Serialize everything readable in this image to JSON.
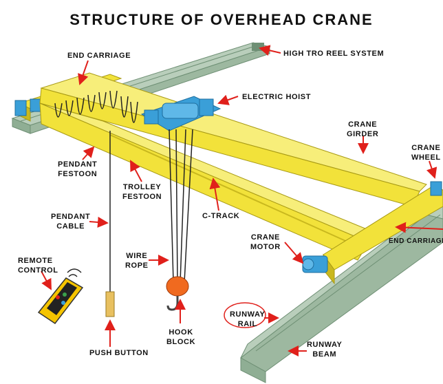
{
  "title": "STRUCTURE OF OVERHEAD CRANE",
  "colors": {
    "girder_yellow": "#F2E23A",
    "girder_shadow": "#C9B81E",
    "rail_green": "#9DB8A0",
    "rail_dark": "#6E8F74",
    "hoist_blue": "#3A9FD8",
    "hook_orange": "#F06A1F",
    "arrow_red": "#E0201B",
    "remote_yellow": "#F5C400"
  },
  "labels": {
    "end_carriage_left": [
      "END CARRIAGE"
    ],
    "reel_system": [
      "HIGH TRO REEL SYSTEM"
    ],
    "electric_hoist": [
      "ELECTRIC HOIST"
    ],
    "crane_girder": [
      "CRANE",
      "GIRDER"
    ],
    "crane_wheel": [
      "CRANE",
      "WHEEL"
    ],
    "pendant_festoon": [
      "PENDANT",
      "FESTOON"
    ],
    "trolley_festoon": [
      "TROLLEY",
      "FESTOON"
    ],
    "c_track": [
      "C-TRACK"
    ],
    "pendant_cable": [
      "PENDANT",
      "CABLE"
    ],
    "wire_rope": [
      "WIRE",
      "ROPE"
    ],
    "crane_motor": [
      "CRANE",
      "MOTOR"
    ],
    "end_carriage_right": [
      "END CARRIAGE"
    ],
    "remote_control": [
      "REMOTE",
      "CONTROL"
    ],
    "runway_rail": [
      "RUNWAY",
      "RAIL"
    ],
    "hook_block": [
      "HOOK",
      "BLOCK"
    ],
    "push_button": [
      "PUSH BUTTON"
    ],
    "runway_beam": [
      "RUNWAY",
      "BEAM"
    ]
  }
}
